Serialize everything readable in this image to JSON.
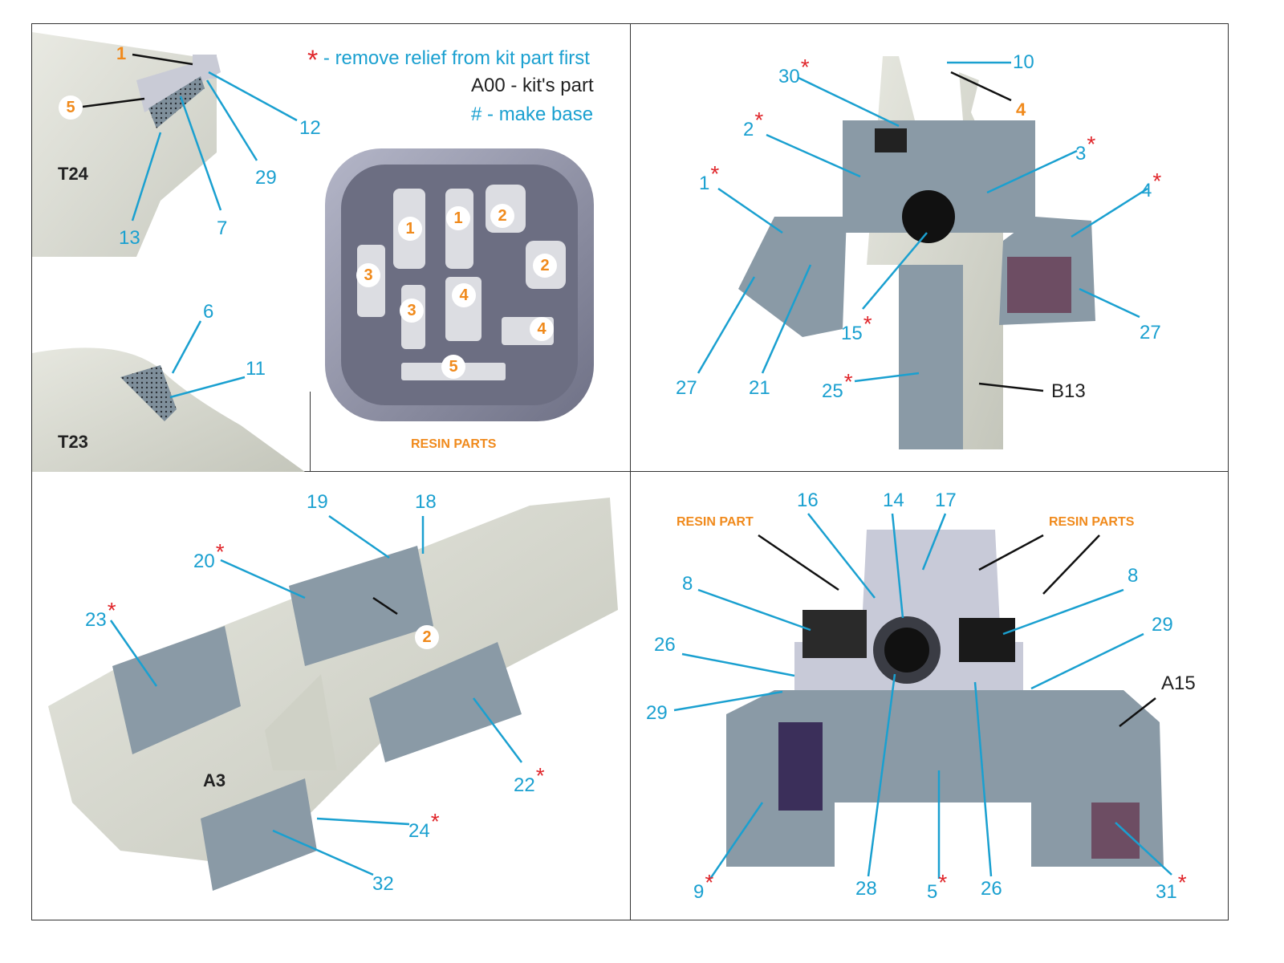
{
  "legend": {
    "remove_relief": {
      "symbol": "*",
      "text": "- remove relief from kit part first"
    },
    "kit_part": {
      "symbol": "A00",
      "text": "- kit's part"
    },
    "make_base": {
      "symbol": "#",
      "text": "- make base"
    }
  },
  "panels": {
    "top_left": {
      "kit_parts": [
        "T24",
        "T23"
      ],
      "orange_callouts": [
        "1",
        "5"
      ],
      "callouts": [
        "12",
        "29",
        "7",
        "13",
        "6",
        "11"
      ]
    },
    "resin_tray": {
      "caption": "RESIN PARTS",
      "parts": [
        "1",
        "1",
        "2",
        "2",
        "3",
        "3",
        "4",
        "4",
        "5"
      ]
    },
    "top_right": {
      "kit_part": "B13",
      "orange_callout": "4",
      "callouts": [
        {
          "n": "10",
          "star": false
        },
        {
          "n": "30",
          "star": true
        },
        {
          "n": "2",
          "star": true
        },
        {
          "n": "3",
          "star": true
        },
        {
          "n": "1",
          "star": true
        },
        {
          "n": "4",
          "star": true
        },
        {
          "n": "15",
          "star": true
        },
        {
          "n": "27",
          "star": false
        },
        {
          "n": "21",
          "star": false
        },
        {
          "n": "25",
          "star": true
        },
        {
          "n": "27",
          "star": false
        }
      ]
    },
    "bottom_left": {
      "kit_part": "A3",
      "orange_callout": "2",
      "callouts": [
        {
          "n": "19",
          "star": false
        },
        {
          "n": "18",
          "star": false
        },
        {
          "n": "20",
          "star": true
        },
        {
          "n": "23",
          "star": true
        },
        {
          "n": "22",
          "star": true
        },
        {
          "n": "24",
          "star": true
        },
        {
          "n": "32",
          "star": false
        }
      ]
    },
    "bottom_right": {
      "kit_part": "A15",
      "resin_part_label": "RESIN PART",
      "resin_parts_label": "RESIN PARTS",
      "callouts": [
        {
          "n": "16",
          "star": false
        },
        {
          "n": "14",
          "star": false
        },
        {
          "n": "17",
          "star": false
        },
        {
          "n": "8",
          "star": false
        },
        {
          "n": "8",
          "star": false
        },
        {
          "n": "26",
          "star": false
        },
        {
          "n": "29",
          "star": false
        },
        {
          "n": "29",
          "star": false
        },
        {
          "n": "9",
          "star": true
        },
        {
          "n": "28",
          "star": false
        },
        {
          "n": "5",
          "star": true
        },
        {
          "n": "26",
          "star": false
        },
        {
          "n": "31",
          "star": true
        }
      ]
    }
  },
  "colors": {
    "callout_blue": "#1aa0d0",
    "star_red": "#e0262b",
    "resin_orange": "#f08a1c",
    "kit_grey": "#d4d6cc",
    "panel_blue_grey": "#8a9aa6"
  }
}
